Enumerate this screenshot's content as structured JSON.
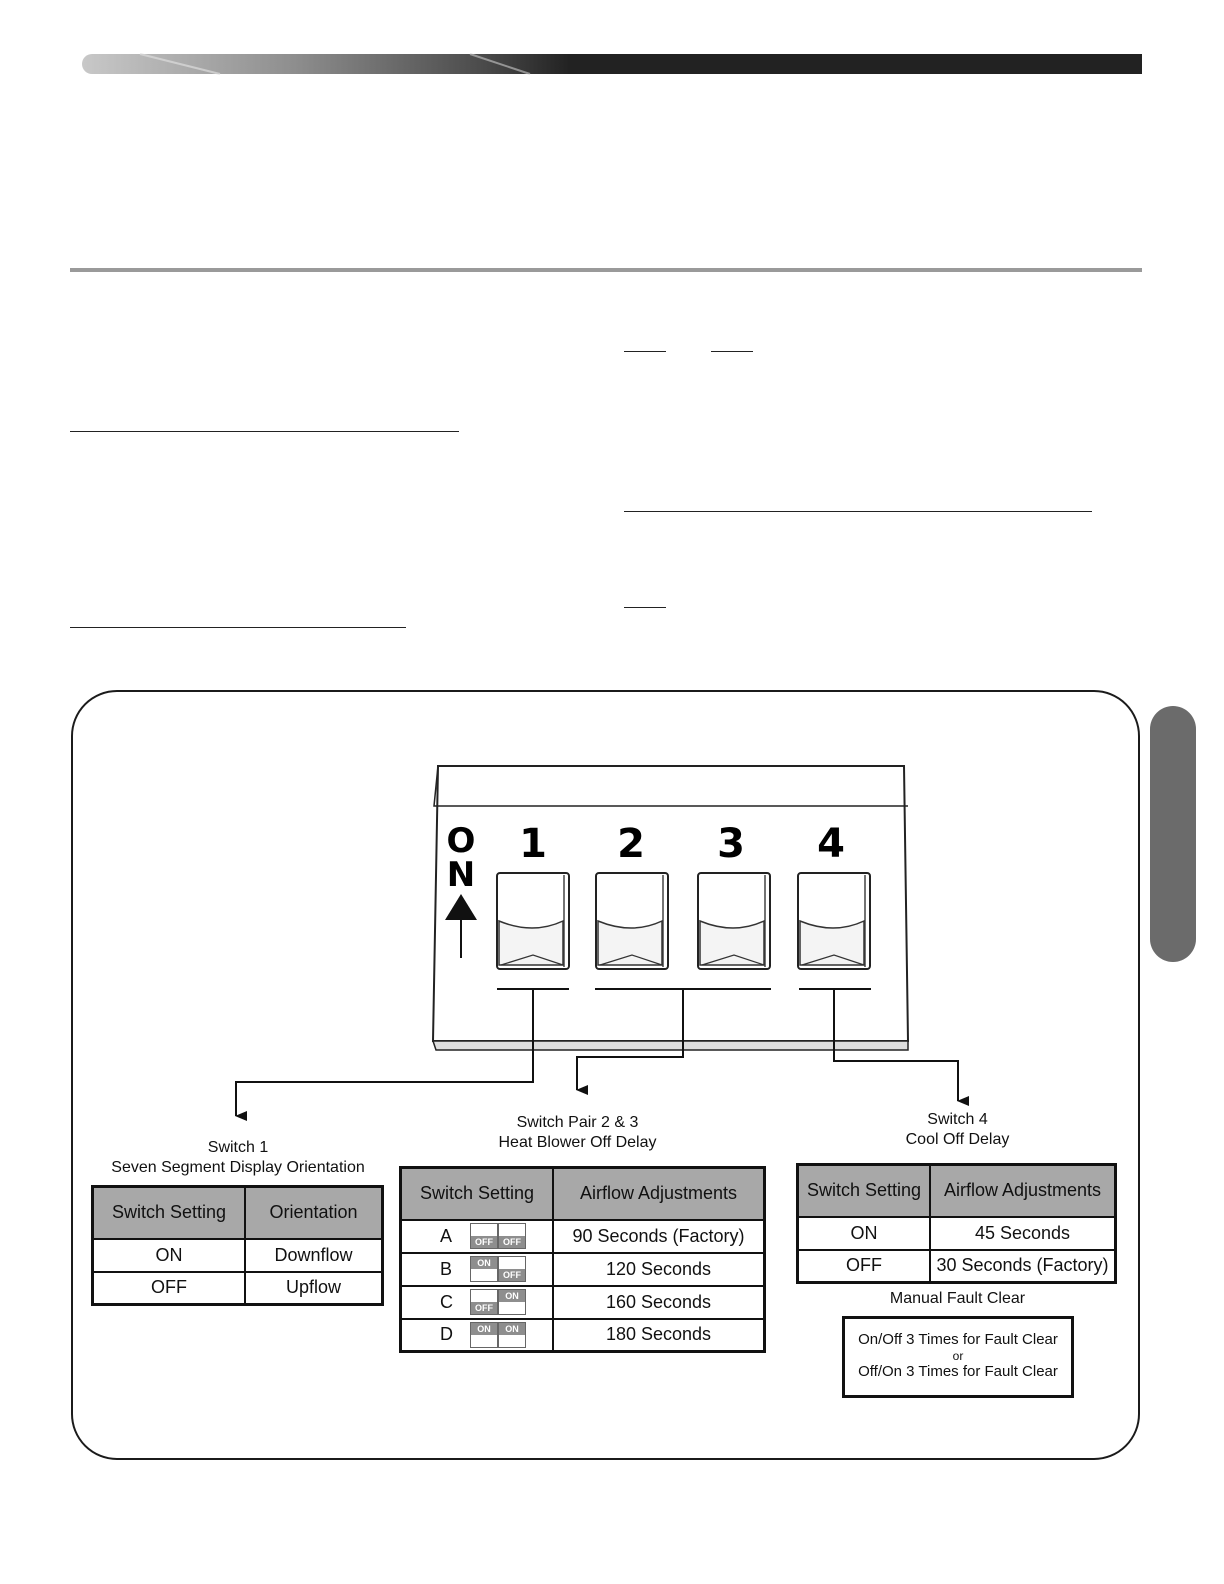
{
  "dip_switch": {
    "on_label": [
      "O",
      "N"
    ],
    "numbers": [
      "1",
      "2",
      "3",
      "4"
    ]
  },
  "switch1": {
    "title": "Switch 1",
    "subtitle": "Seven Segment Display Orientation",
    "headers": [
      "Switch Setting",
      "Orientation"
    ],
    "rows": [
      [
        "ON",
        "Downflow"
      ],
      [
        "OFF",
        "Upflow"
      ]
    ]
  },
  "switch23": {
    "title": "Switch Pair 2 & 3",
    "subtitle": "Heat Blower Off Delay",
    "headers": [
      "Switch Setting",
      "Airflow Adjustments"
    ],
    "rows": [
      {
        "setting": "A",
        "sw2": "OFF",
        "sw3": "OFF",
        "sw2_state": "down",
        "sw3_state": "down",
        "value": "90 Seconds (Factory)"
      },
      {
        "setting": "B",
        "sw2": "ON",
        "sw3": "OFF",
        "sw2_state": "up",
        "sw3_state": "down",
        "value": "120 Seconds"
      },
      {
        "setting": "C",
        "sw2": "OFF",
        "sw3": "ON",
        "sw2_state": "down",
        "sw3_state": "up",
        "value": "160 Seconds"
      },
      {
        "setting": "D",
        "sw2": "ON",
        "sw3": "ON",
        "sw2_state": "up",
        "sw3_state": "up",
        "value": "180 Seconds"
      }
    ]
  },
  "switch4": {
    "title": "Switch 4",
    "subtitle": "Cool Off Delay",
    "headers": [
      "Switch Setting",
      "Airflow Adjustments"
    ],
    "rows": [
      [
        "ON",
        "45 Seconds"
      ],
      [
        "OFF",
        "30 Seconds (Factory)"
      ]
    ]
  },
  "fault": {
    "title": "Manual Fault Clear",
    "line1": "On/Off 3 Times for Fault Clear",
    "line2": "or",
    "line3": "Off/On 3 Times for Fault Clear"
  }
}
